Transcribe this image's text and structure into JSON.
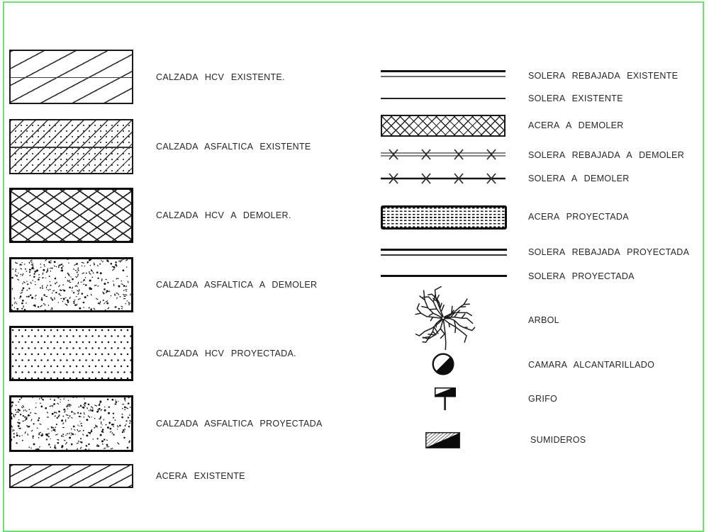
{
  "page": {
    "border_color": "#6fe06f",
    "background": "#ffffff",
    "line_color": "#1a1a1a"
  },
  "left_legend": {
    "items": [
      {
        "label": "CALZADA HCV EXISTENTE.",
        "symbol": "diagonal-hatch-with-midline"
      },
      {
        "label": "CALZADA ASFALTICA EXISTENTE",
        "symbol": "diagonal-hatch-dots-with-midline"
      },
      {
        "label": "CALZADA HCV A DEMOLER.",
        "symbol": "crosshatch"
      },
      {
        "label": "CALZADA ASFALTICA A DEMOLER",
        "symbol": "random-stipple"
      },
      {
        "label": "CALZADA HCV PROYECTADA.",
        "symbol": "dot-grid"
      },
      {
        "label": "CALZADA ASFALTICA PROYECTADA",
        "symbol": "random-stipple"
      },
      {
        "label": "ACERA EXISTENTE",
        "symbol": "diagonal-hatch-thin"
      }
    ]
  },
  "right_legend": {
    "items": [
      {
        "label": "SOLERA REBAJADA EXISTENTE",
        "symbol": "double-line"
      },
      {
        "label": "SOLERA EXISTENTE",
        "symbol": "single-line"
      },
      {
        "label": "ACERA A DEMOLER",
        "symbol": "crosshatch-bar"
      },
      {
        "label": "SOLERA REBAJADA A DEMOLER",
        "symbol": "double-line-x-marks"
      },
      {
        "label": "SOLERA A DEMOLER",
        "symbol": "single-line-x-marks"
      },
      {
        "label": "ACERA PROYECTADA",
        "symbol": "dashed-fill-bar"
      },
      {
        "label": "SOLERA REBAJADA PROYECTADA",
        "symbol": "double-line-thick"
      },
      {
        "label": "SOLERA PROYECTADA",
        "symbol": "single-line-thick"
      },
      {
        "label": "ARBOL",
        "symbol": "tree"
      },
      {
        "label": "CAMARA ALCANTARILLADO",
        "symbol": "half-filled-circle"
      },
      {
        "label": "GRIFO",
        "symbol": "flag-on-pole"
      },
      {
        "label": "SUMIDEROS",
        "symbol": "half-hatched-half-solid-rect"
      }
    ]
  }
}
